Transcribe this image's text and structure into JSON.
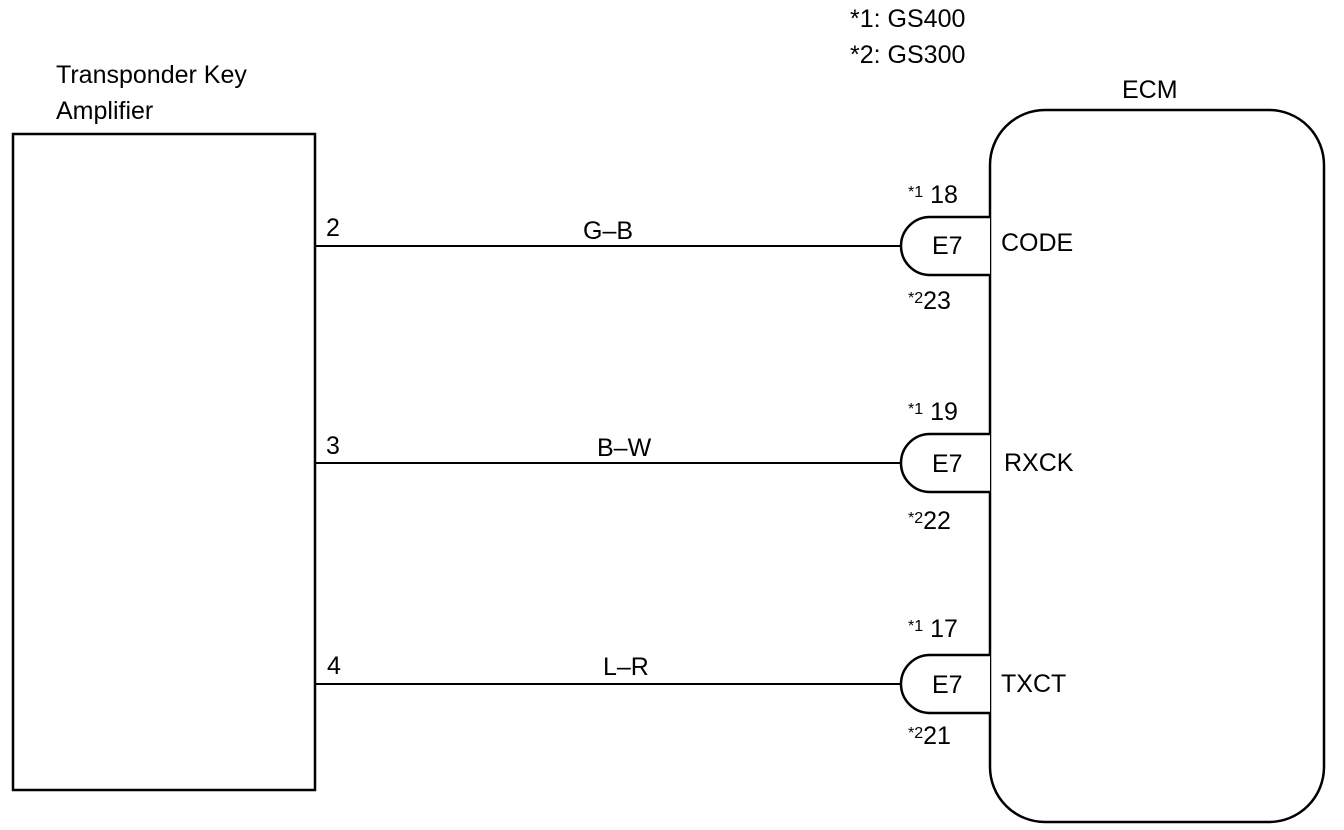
{
  "legend": [
    {
      "mark": "*1",
      "model": "GS400"
    },
    {
      "mark": "*2",
      "model": "GS300"
    }
  ],
  "amplifier": {
    "title_line1": "Transponder Key",
    "title_line2": "Amplifier"
  },
  "ecm": {
    "title": "ECM"
  },
  "wires": [
    {
      "pin": "2",
      "color_code": "G–B",
      "connector": "E7",
      "star1": "*1",
      "pin_gs400": "18",
      "star2": "*2",
      "pin_gs300": "23",
      "terminal": "CODE"
    },
    {
      "pin": "3",
      "color_code": "B–W",
      "connector": "E7",
      "star1": "*1",
      "pin_gs400": "19",
      "star2": "*2",
      "pin_gs300": "22",
      "terminal": "RXCK"
    },
    {
      "pin": "4",
      "color_code": "L–R",
      "connector": "E7",
      "star1": "*1",
      "pin_gs400": "17",
      "star2": "*2",
      "pin_gs300": "21",
      "terminal": "TXCT"
    }
  ]
}
